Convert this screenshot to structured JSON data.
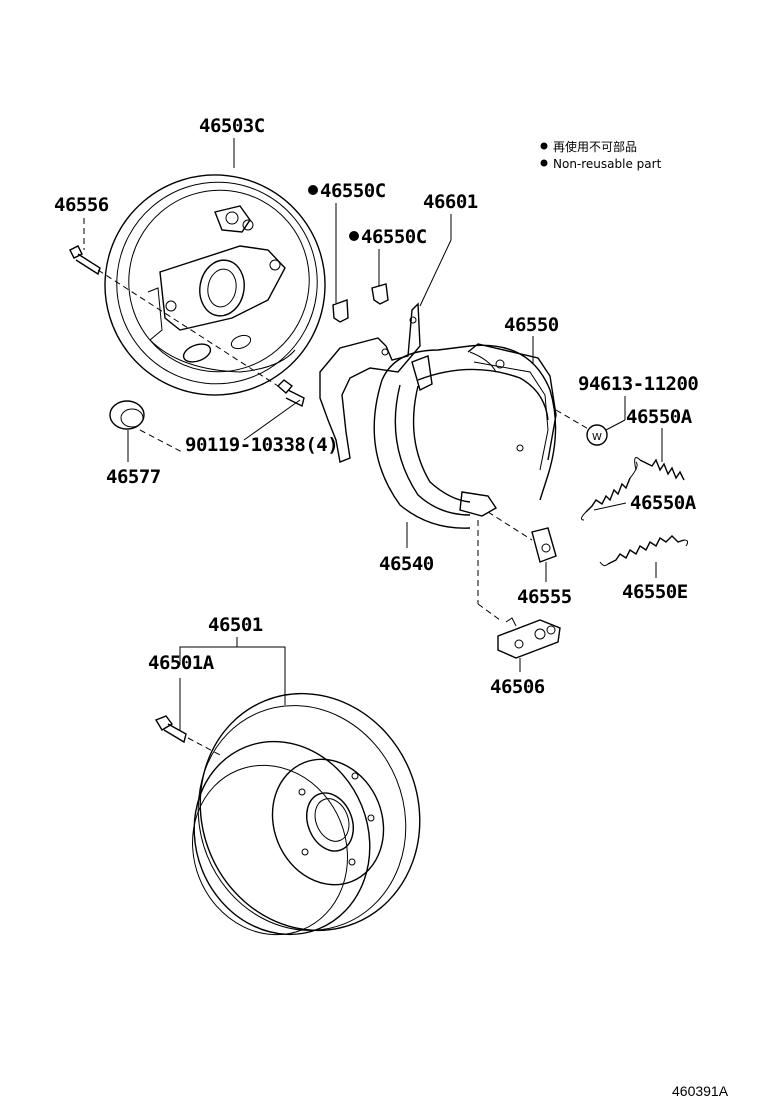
{
  "legend": {
    "line_jp": "再使用不可部品",
    "line_en": "Non-reusable part",
    "bullet_color": "#000000"
  },
  "labels": {
    "backing_plate": "46503C",
    "bolt_46556": "46556",
    "clip_1": "46550C",
    "clip_2": "46550C",
    "lever_46601": "46601",
    "shoe_set": "46550",
    "washer_94613": "94613-11200",
    "spring_46550a_1": "46550A",
    "spring_46550a_2": "46550A",
    "bolt_90119": "90119-10338(4)",
    "plug_46577": "46577",
    "shoe_46540": "46540",
    "clip_46555": "46555",
    "spring_46550e": "46550E",
    "drum_assy": "46501",
    "bolt_46501a": "46501A",
    "adjuster_46506": "46506"
  },
  "washer_symbol": "W",
  "reference_code": "460391A"
}
